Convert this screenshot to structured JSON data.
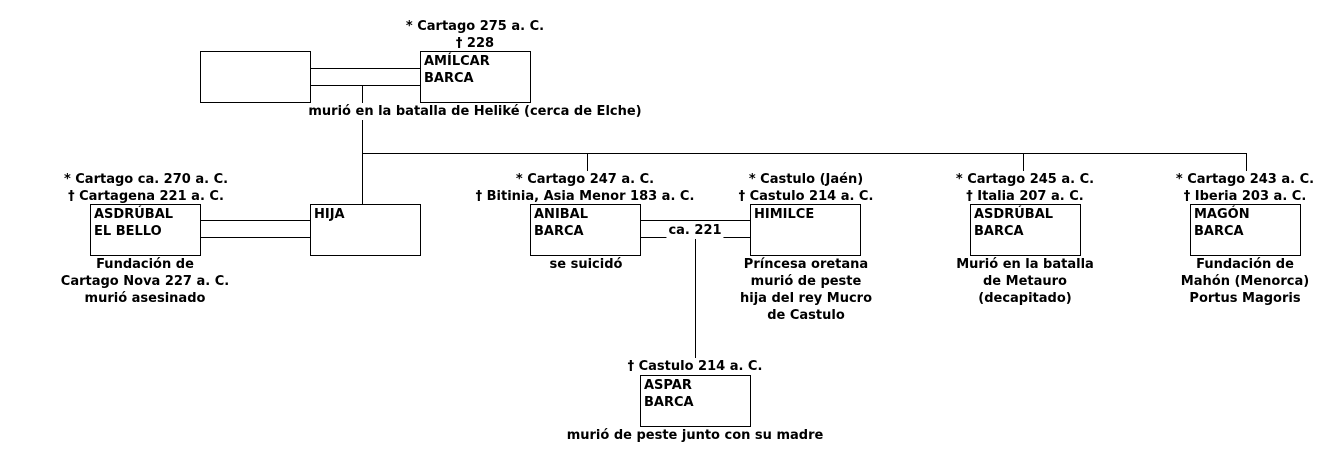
{
  "persons": {
    "unknown_wife": {
      "name1": "",
      "name2": ""
    },
    "amilcar": {
      "name1": "AMÍLCAR",
      "name2": "BARCA",
      "birth": "* Cartago 275 a. C.",
      "death": "† 228",
      "note1": "murió en la batalla de Heliké (cerca de Elche)"
    },
    "asdrubal_bello": {
      "name1": "ASDRÚBAL",
      "name2": "EL BELLO",
      "birth": "* Cartago ca. 270 a. C.",
      "death": "† Cartagena 221 a. C.",
      "note1": "Fundación de",
      "note2": "Cartago Nova 227 a. C.",
      "note3": "murió asesinado"
    },
    "hija": {
      "name1": "HIJA",
      "name2": ""
    },
    "anibal": {
      "name1": "ANIBAL",
      "name2": "BARCA",
      "birth": "* Cartago 247 a. C.",
      "death": "† Bitinia, Asia Menor 183 a. C.",
      "note1": "se suicidó"
    },
    "himilce": {
      "name1": "HIMILCE",
      "name2": "",
      "birth": "* Castulo (Jaén)",
      "death": "† Castulo 214 a. C.",
      "note1": "Príncesa oretana",
      "note2": "murió de peste",
      "note3": "hija del rey Mucro",
      "note4": "de Castulo"
    },
    "asdrubal_barca": {
      "name1": "ASDRÚBAL",
      "name2": "BARCA",
      "birth": "* Cartago 245 a. C.",
      "death": "† Italia 207 a. C.",
      "note1": "Murió en la batalla",
      "note2": "de Metauro",
      "note3": "(decapitado)"
    },
    "magon": {
      "name1": "MAGÓN",
      "name2": "BARCA",
      "birth": "* Cartago 243 a. C.",
      "death": "† Iberia 203 a. C.",
      "note1": "Fundación de",
      "note2": "Mahón (Menorca)",
      "note3": "Portus Magoris"
    },
    "aspar": {
      "name1": "ASPAR",
      "name2": "BARCA",
      "death": "† Castulo 214 a. C.",
      "note1": "murió de peste junto con su madre"
    }
  },
  "marriages": {
    "anibal_himilce": "ca. 221"
  }
}
